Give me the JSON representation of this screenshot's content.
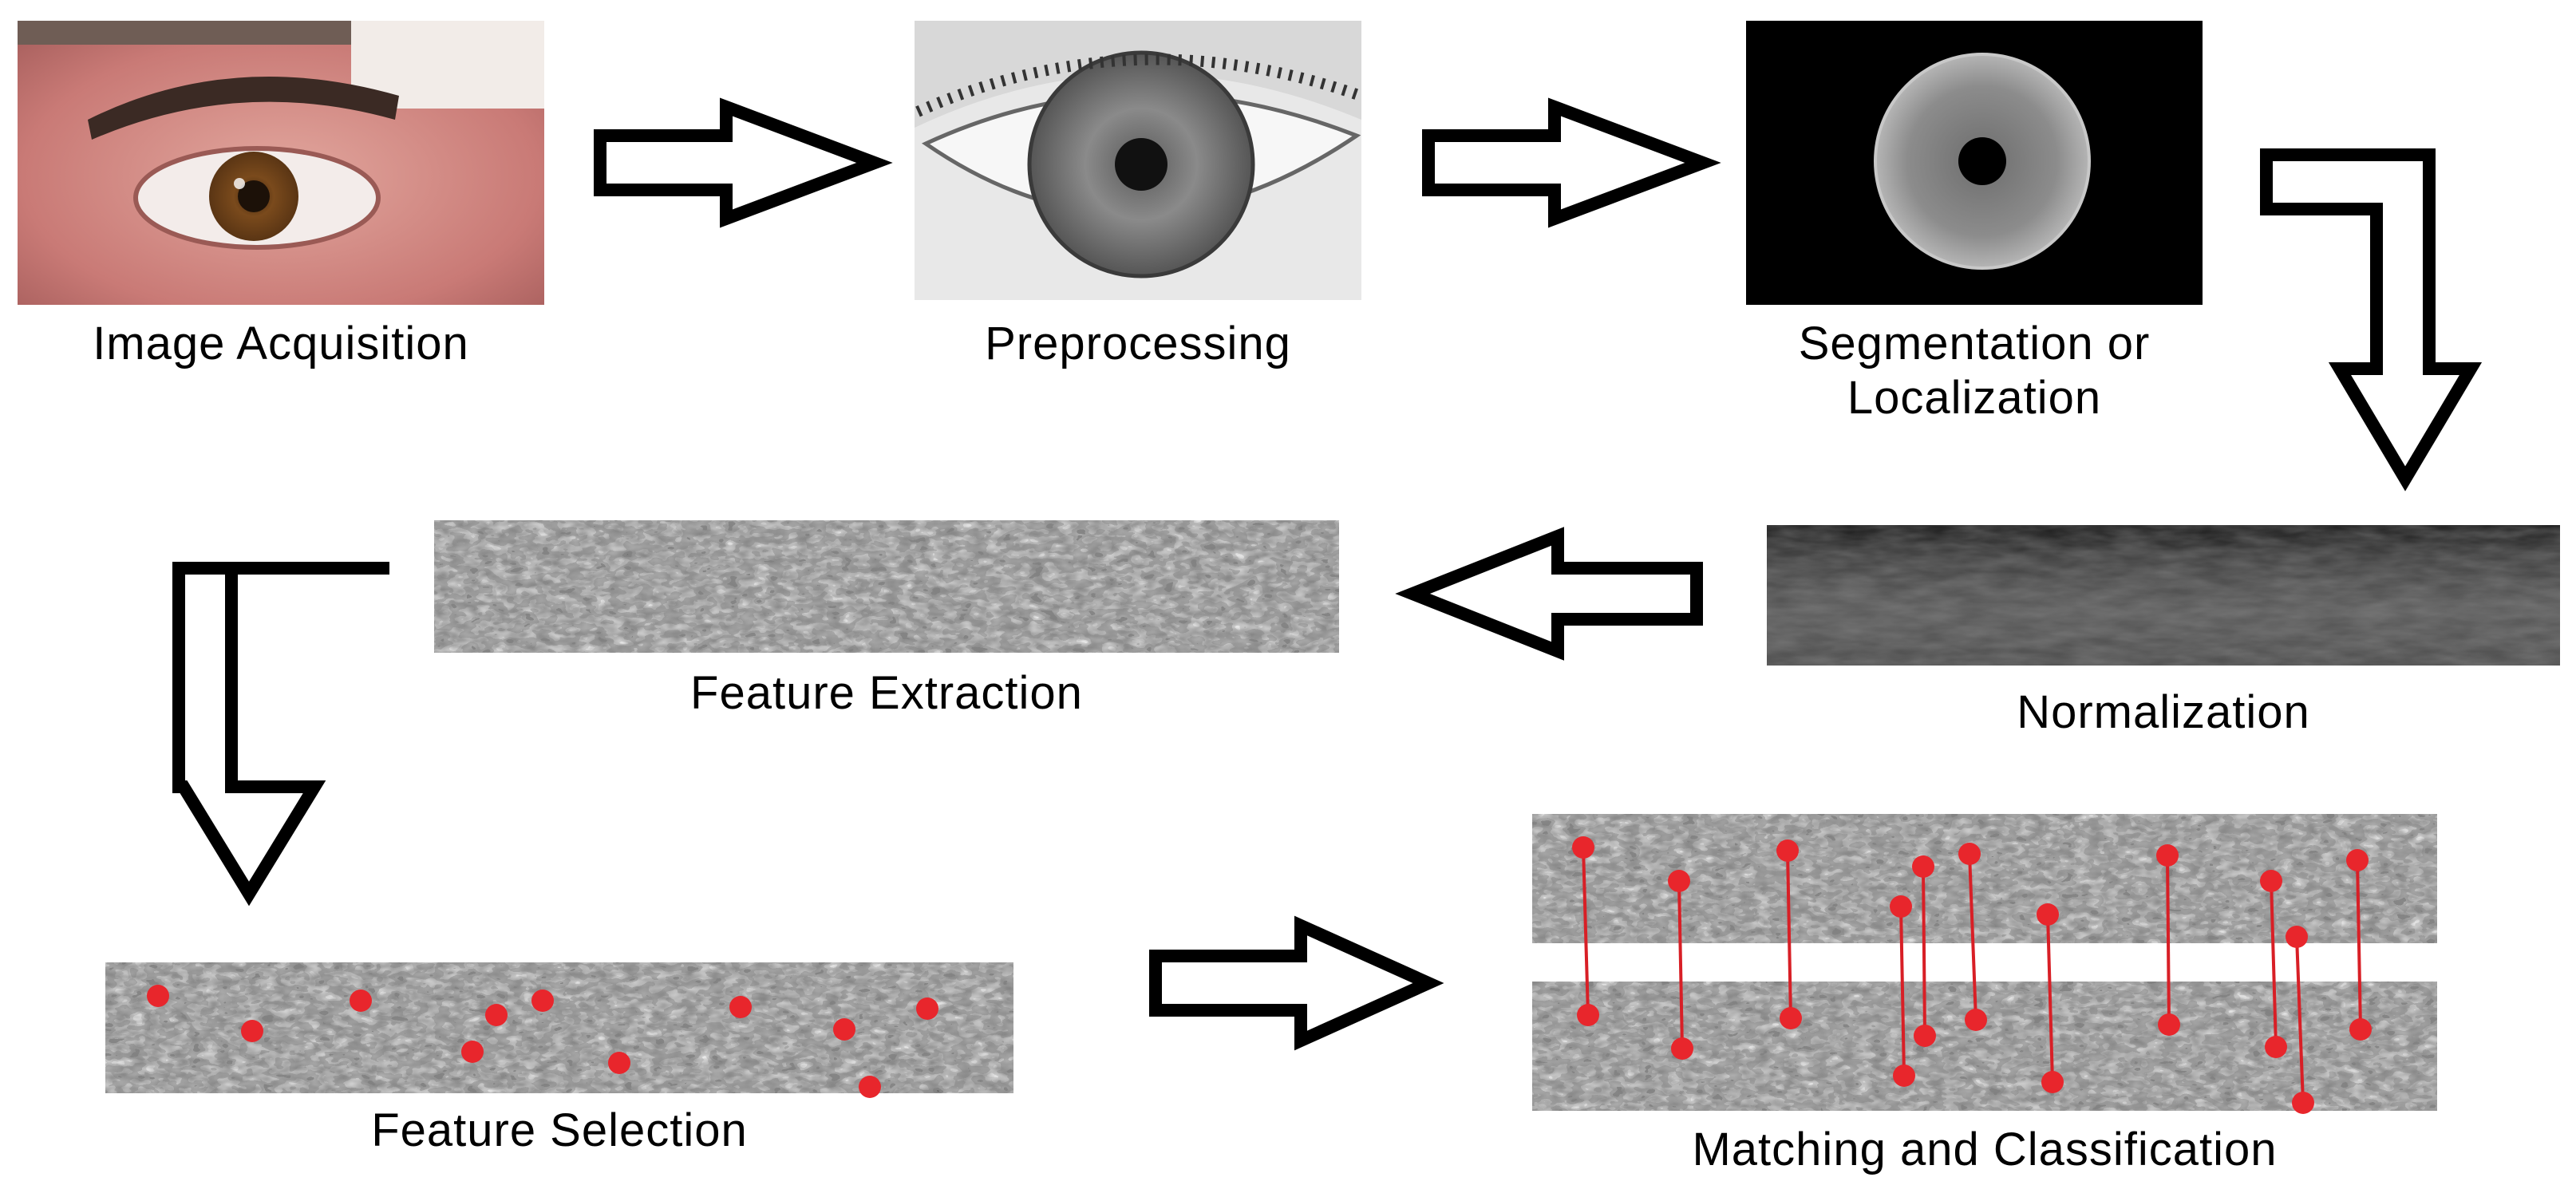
{
  "stages": {
    "acquisition": {
      "label": "Image Acquisition"
    },
    "preprocessing": {
      "label": "Preprocessing"
    },
    "segmentation": {
      "label_line1": "Segmentation or",
      "label_line2": "Localization"
    },
    "normalization": {
      "label": "Normalization"
    },
    "feature_extraction": {
      "label": "Feature Extraction"
    },
    "feature_selection": {
      "label": "Feature Selection"
    },
    "matching": {
      "label": "Matching and Classification"
    }
  },
  "colors": {
    "skin": "#c97a76",
    "iris_brown": "#7a4a1c",
    "iris_gray": "#6f6f6f",
    "seg_background": "#000000",
    "normalized_strip": "#4a4a4a",
    "feature_point": "#e8262c",
    "match_line": "#d81f26",
    "arrow_fill": "#ffffff",
    "arrow_stroke": "#000000"
  },
  "icons": {
    "acquisition_image": "eye-photo",
    "preprocessing_image": "grayscale-eye",
    "segmentation_image": "segmented-iris",
    "normalization_image": "normalized-iris-strip",
    "feature_extraction_image": "iris-code-texture",
    "feature_selection_image": "iris-code-with-points",
    "matching_image": "iris-codes-matched",
    "flow_arrow": "block-arrow"
  }
}
